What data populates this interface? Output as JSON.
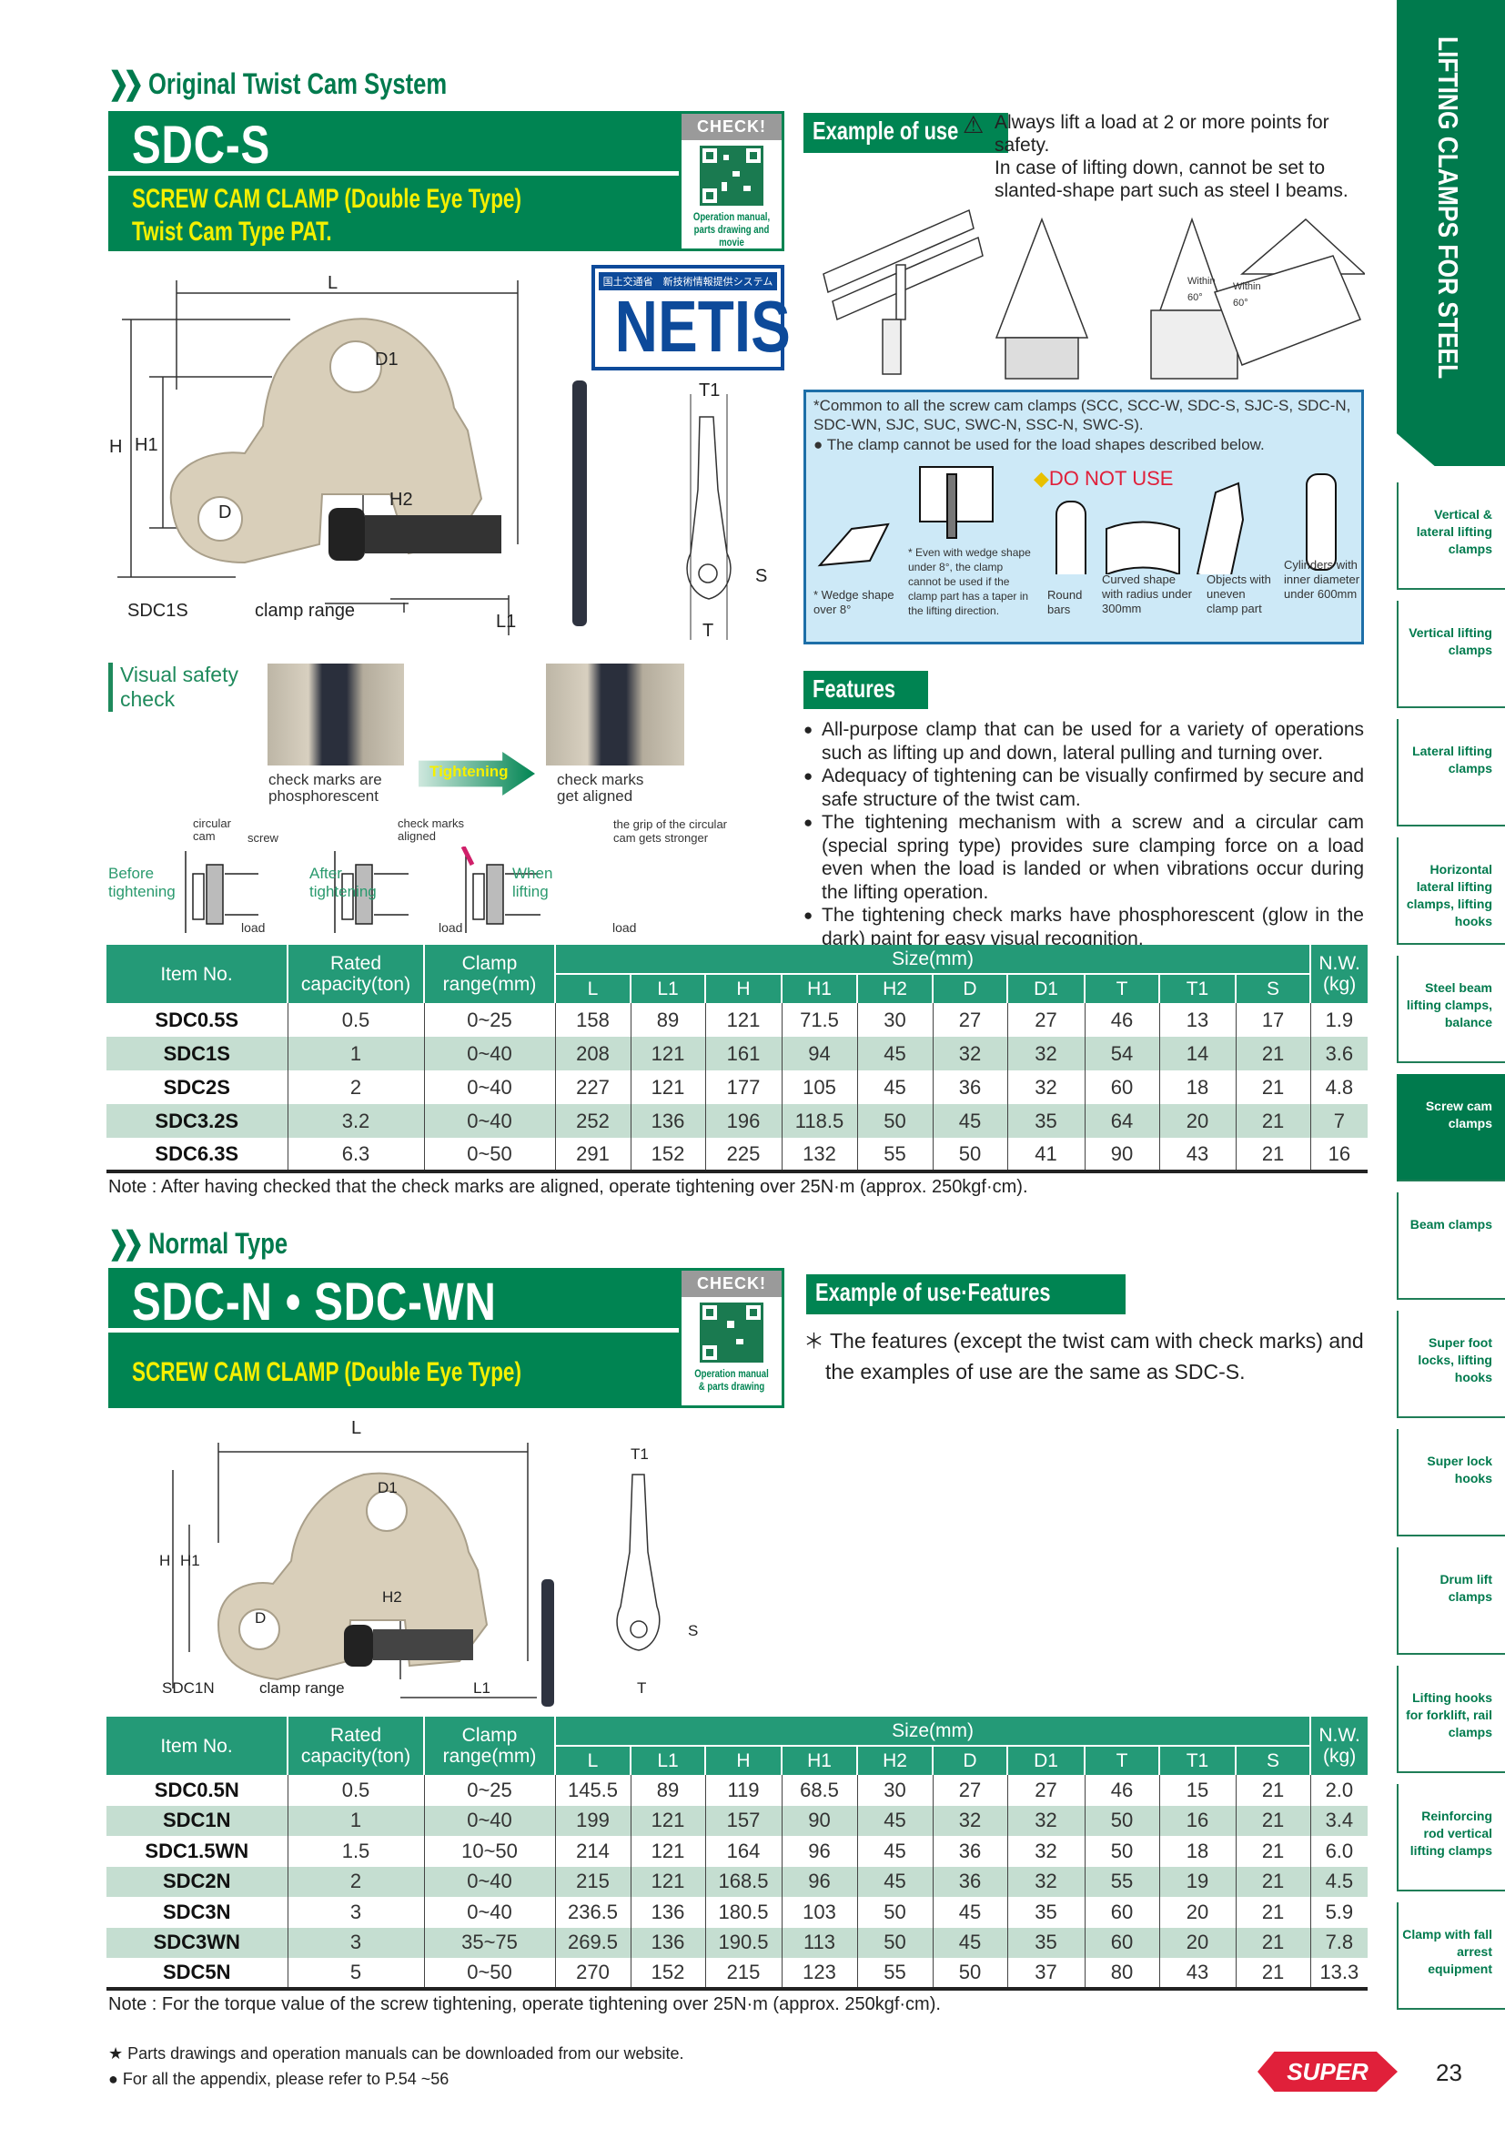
{
  "sdc_s": {
    "section_title": "Original Twist Cam System",
    "model": "SDC-S",
    "subtitle1": "SCREW CAM CLAMP (Double Eye Type)",
    "subtitle2": "Twist Cam Type PAT.",
    "qr_check": "CHECK!",
    "qr_caption": "Operation manual, parts drawing and movie",
    "netis_top": "国土交通省　新技術情報提供システム",
    "netis": "NETIS",
    "diagram": {
      "L": "L",
      "D1": "D1",
      "H": "H",
      "H1": "H1",
      "H2": "H2",
      "D": "D",
      "L1": "L1",
      "T1": "T1",
      "S": "S",
      "T": "T",
      "model_label": "SDC1S",
      "clamp_range": "clamp range"
    },
    "example_label": "Example of use",
    "warning": "Always lift a load at 2 or more points for safety.",
    "warning2": "In case of lifting down, cannot be set to slanted-shape part such as steel I beams.",
    "within1": "Within 60°",
    "within2": "Within 60°",
    "common_note": "*Common to all the screw cam clamps (SCC, SCC-W, SDC-S, SJC-S, SDC-N, SDC-WN, SJC, SUC, SWC-N, SSC-N, SWC-S).",
    "cannot_note": "The clamp cannot be used for the load shapes described below.",
    "do_not_use": "DO NOT USE",
    "shapes": [
      "* Wedge shape over 8°",
      "* Even with wedge shape under 8°, the clamp cannot be used if the clamp part has a taper in the lifting direction.",
      "Round bars",
      "Curved shape with radius under 300mm",
      "Objects with uneven clamp part",
      "Cylinders with inner diameter under 600mm"
    ],
    "visual_check": {
      "title1": "Visual safety",
      "title2": "check",
      "caption_before": "check marks are phosphorescent",
      "arrow": "Tightening",
      "caption_after": "check marks get aligned",
      "circular_cam": "circular cam",
      "screw": "screw",
      "check_aligned": "check marks aligned",
      "grip": "the grip of the circular cam gets stronger",
      "before": "Before tightening",
      "after": "After tightening",
      "lifting": "When lifting",
      "load": "load"
    },
    "features_label": "Features",
    "features": [
      "All-purpose clamp that can be used for a variety of operations such as lifting up and down, lateral pulling and turning over.",
      "Adequacy of tightening can be visually confirmed by secure and safe structure of the twist cam.",
      "The tightening mechanism with a screw and a circular cam (special spring type) provides sure clamping force on a load even when the load is landed or when vibrations occur during the lifting operation.",
      "The tightening check marks have phosphorescent (glow in the dark) paint for easy visual recognition."
    ],
    "table": {
      "headers": {
        "item": "Item No.",
        "cap1": "Rated",
        "cap2": "capacity(ton)",
        "clamp1": "Clamp",
        "clamp2": "range(mm)",
        "size": "Size(mm)",
        "nw1": "N.W.",
        "nw2": "(kg)"
      },
      "size_cols": [
        "L",
        "L1",
        "H",
        "H1",
        "H2",
        "D",
        "D1",
        "T",
        "T1",
        "S"
      ],
      "rows": [
        [
          "SDC0.5S",
          "0.5",
          "0~25",
          "158",
          "89",
          "121",
          "71.5",
          "30",
          "27",
          "27",
          "46",
          "13",
          "17",
          "1.9"
        ],
        [
          "SDC1S",
          "1",
          "0~40",
          "208",
          "121",
          "161",
          "94",
          "45",
          "32",
          "32",
          "54",
          "14",
          "21",
          "3.6"
        ],
        [
          "SDC2S",
          "2",
          "0~40",
          "227",
          "121",
          "177",
          "105",
          "45",
          "36",
          "32",
          "60",
          "18",
          "21",
          "4.8"
        ],
        [
          "SDC3.2S",
          "3.2",
          "0~40",
          "252",
          "136",
          "196",
          "118.5",
          "50",
          "45",
          "35",
          "64",
          "20",
          "21",
          "7"
        ],
        [
          "SDC6.3S",
          "6.3",
          "0~50",
          "291",
          "152",
          "225",
          "132",
          "55",
          "50",
          "41",
          "90",
          "43",
          "21",
          "16"
        ]
      ]
    },
    "note": "Note : After having checked that the check marks are aligned, operate tightening over 25N·m (approx. 250kgf·cm)."
  },
  "sdc_n": {
    "section_title": "Normal Type",
    "model": "SDC-N • SDC-WN",
    "subtitle1": "SCREW CAM CLAMP (Double Eye Type)",
    "qr_check": "CHECK!",
    "qr_caption": "Operation manual & parts drawing",
    "example_label": "Example of use·Features",
    "features_text": "The features (except the twist cam with check marks) and the examples of use are the same as SDC-S.",
    "diagram": {
      "L": "L",
      "D1": "D1",
      "H": "H",
      "H1": "H1",
      "H2": "H2",
      "D": "D",
      "L1": "L1",
      "T1": "T1",
      "S": "S",
      "T": "T",
      "model_label": "SDC1N",
      "clamp_range": "clamp range"
    },
    "table": {
      "headers": {
        "item": "Item No.",
        "cap1": "Rated",
        "cap2": "capacity(ton)",
        "clamp1": "Clamp",
        "clamp2": "range(mm)",
        "size": "Size(mm)",
        "nw1": "N.W.",
        "nw2": "(kg)"
      },
      "size_cols": [
        "L",
        "L1",
        "H",
        "H1",
        "H2",
        "D",
        "D1",
        "T",
        "T1",
        "S"
      ],
      "rows": [
        [
          "SDC0.5N",
          "0.5",
          "0~25",
          "145.5",
          "89",
          "119",
          "68.5",
          "30",
          "27",
          "27",
          "46",
          "15",
          "21",
          "2.0"
        ],
        [
          "SDC1N",
          "1",
          "0~40",
          "199",
          "121",
          "157",
          "90",
          "45",
          "32",
          "32",
          "50",
          "16",
          "21",
          "3.4"
        ],
        [
          "SDC1.5WN",
          "1.5",
          "10~50",
          "214",
          "121",
          "164",
          "96",
          "45",
          "36",
          "32",
          "50",
          "18",
          "21",
          "6.0"
        ],
        [
          "SDC2N",
          "2",
          "0~40",
          "215",
          "121",
          "168.5",
          "96",
          "45",
          "36",
          "32",
          "55",
          "19",
          "21",
          "4.5"
        ],
        [
          "SDC3N",
          "3",
          "0~40",
          "236.5",
          "136",
          "180.5",
          "103",
          "50",
          "45",
          "35",
          "60",
          "20",
          "21",
          "5.9"
        ],
        [
          "SDC3WN",
          "3",
          "35~75",
          "269.5",
          "136",
          "190.5",
          "113",
          "50",
          "45",
          "35",
          "60",
          "20",
          "21",
          "7.8"
        ],
        [
          "SDC5N",
          "5",
          "0~50",
          "270",
          "152",
          "215",
          "123",
          "55",
          "50",
          "37",
          "80",
          "43",
          "21",
          "13.3"
        ]
      ]
    },
    "note": "Note : For the torque value of the screw tightening, operate tightening over 25N·m (approx. 250kgf·cm)."
  },
  "footer": {
    "note1": "★ Parts drawings and operation manuals can be downloaded from our website.",
    "note2": "● For all the appendix, please refer to P.54 ~56",
    "logo": "SUPER",
    "page": "23"
  },
  "sidebar": {
    "title": "LIFTING CLAMPS FOR STEEL",
    "items": [
      "Vertical & lateral lifting clamps",
      "Vertical lifting clamps",
      "Lateral lifting clamps",
      "Horizontal lateral lifting clamps, lifting hooks",
      "Steel beam lifting clamps, balance",
      "Screw cam clamps",
      "Beam clamps",
      "Super foot locks, lifting hooks",
      "Super lock hooks",
      "Drum lift clamps",
      "Lifting hooks for forklift, rail clamps",
      "Reinforcing rod vertical lifting clamps",
      "Clamp with fall arrest equipment"
    ],
    "active_index": 5
  },
  "colors": {
    "brand_green": "#008452",
    "table_header": "#249a77",
    "alt_row": "#c5ded1",
    "warning_red": "#e0203a",
    "box_blue": "#cde9f7"
  }
}
